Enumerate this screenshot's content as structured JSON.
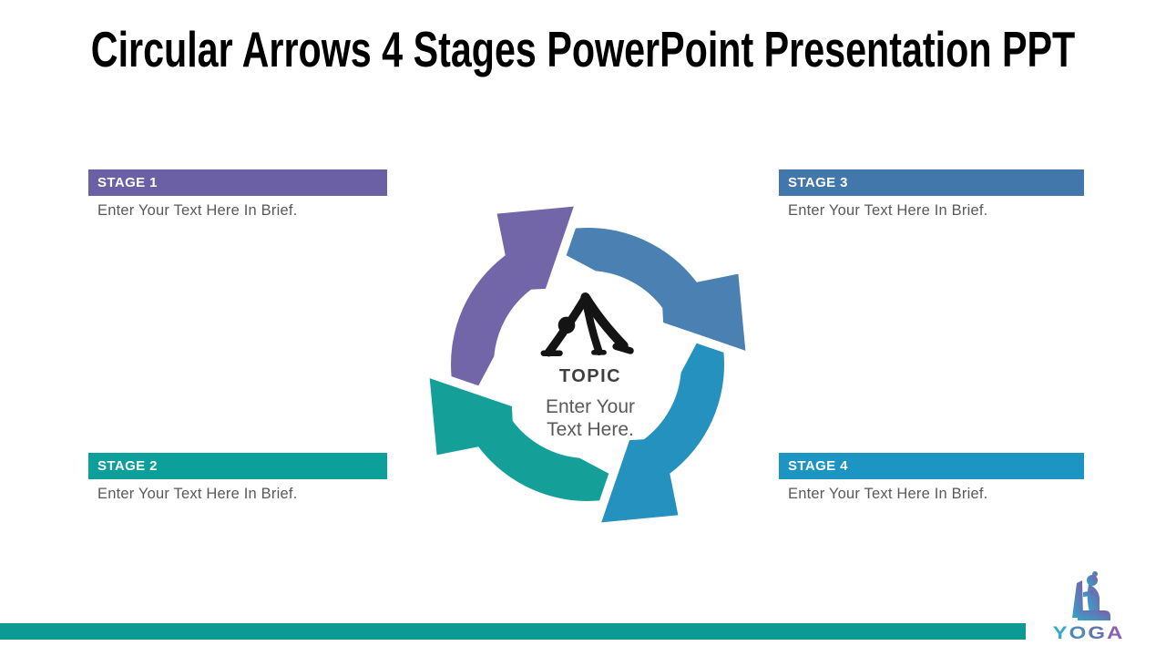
{
  "title": "Circular Arrows 4 Stages PowerPoint Presentation PPT",
  "stages": [
    {
      "label": "STAGE 1",
      "description": "Enter Your Text Here In Brief.",
      "header_color": "#6B5FA5",
      "arrow_color": "#7366A8"
    },
    {
      "label": "STAGE 2",
      "description": "Enter Your Text Here In Brief.",
      "header_color": "#0DA09A",
      "arrow_color": "#14A099"
    },
    {
      "label": "STAGE 3",
      "description": "Enter Your Text Here In Brief.",
      "header_color": "#4277AB",
      "arrow_color": "#4A80B2"
    },
    {
      "label": "STAGE 4",
      "description": "Enter Your Text Here In Brief.",
      "header_color": "#1C95C3",
      "arrow_color": "#2491BF"
    }
  ],
  "center": {
    "icon": "yoga-downward-dog-pose",
    "topic_label": "TOPIC",
    "text_line1": "Enter Your",
    "text_line2": "Text Here.",
    "topic_color": "#3F3F3F",
    "text_color": "#595959"
  },
  "footer": {
    "bar_color": "#0C9A94",
    "logo": {
      "icon": "seated-yoga-figure",
      "letters": [
        {
          "char": "Y",
          "color": "#35A7C8"
        },
        {
          "char": "O",
          "color": "#4E87B8"
        },
        {
          "char": "G",
          "color": "#5F74B0"
        },
        {
          "char": "A",
          "color": "#8A62AC"
        }
      ]
    }
  }
}
